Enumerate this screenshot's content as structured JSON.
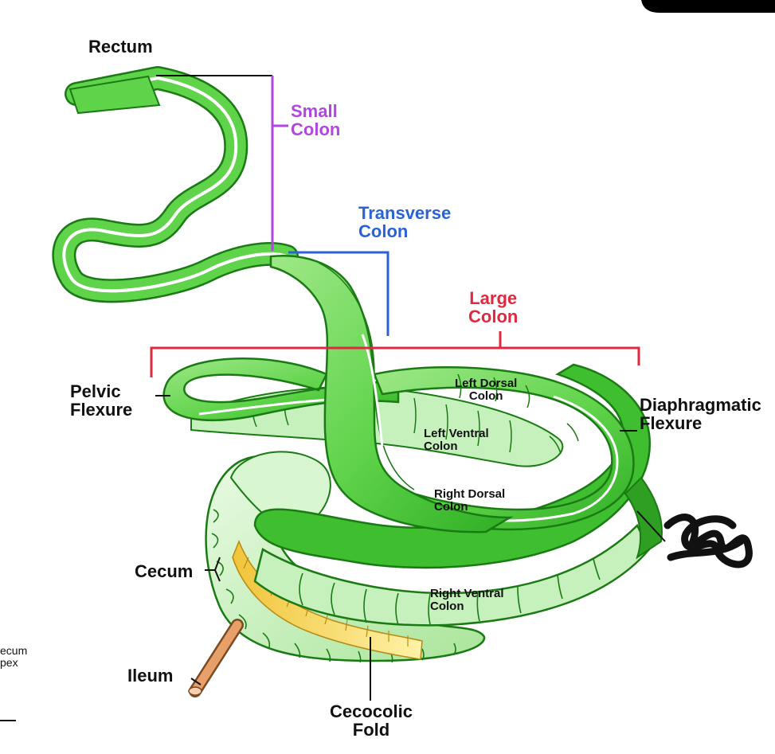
{
  "labels": {
    "rectum": "Rectum",
    "small_colon": "Small\nColon",
    "transverse_colon": "Transverse\nColon",
    "large_colon": "Large\nColon",
    "pelvic_flexure": "Pelvic\nFlexure",
    "left_dorsal_colon": "Left Dorsal\nColon",
    "left_ventral_colon": "Left Ventral\nColon",
    "right_dorsal_colon": "Right Dorsal\nColon",
    "right_ventral_colon": "Right Ventral\nColon",
    "diaphragmatic_flexure": "Diaphragmatic\nFlexure",
    "cecum": "Cecum",
    "ileum": "Ileum",
    "cecocolic_fold": "Cecocolic\nFold",
    "cecum_apex_partial": "ecum\npex"
  },
  "colors": {
    "colon_green": "#5fd34a",
    "colon_light": "#bff0b2",
    "colon_dark": "#1a7a14",
    "small_colon_bracket": "#b146e0",
    "transverse_bracket": "#2a63d6",
    "large_colon_bracket": "#e0283f",
    "fold_yellow": "#f5d548",
    "ileum_tan": "#e8a06a"
  }
}
